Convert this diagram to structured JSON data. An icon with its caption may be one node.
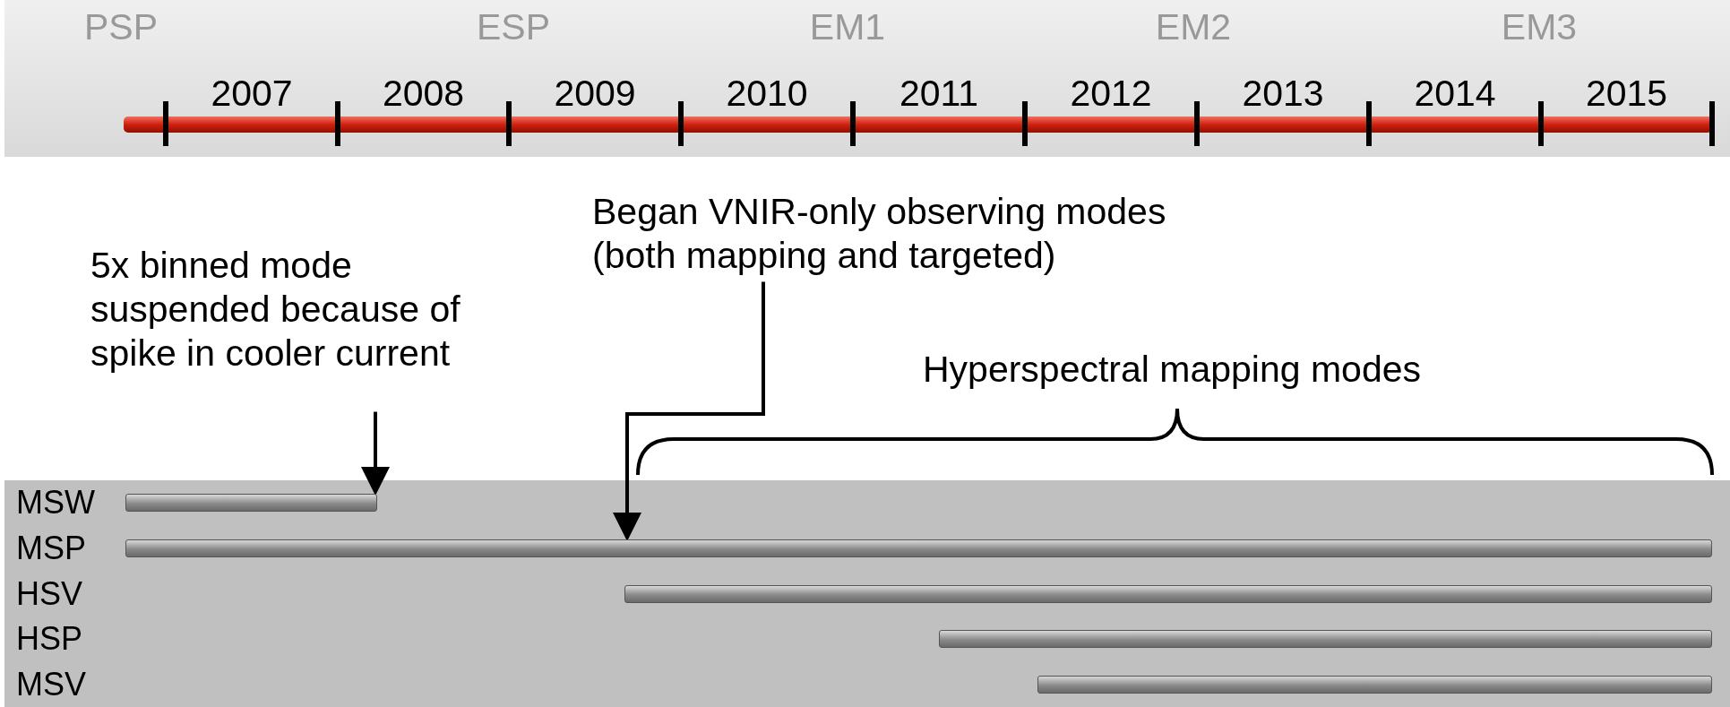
{
  "diagram": {
    "nodes": [
      {
        "text": [
          "5x binned mode suspended because of spike in cooler current"
        ]
      },
      {
        "text": [
          "Began VNIR-only observing modes (both mapping and targeted)"
        ]
      },
      {
        "text": [],
        "shape": "bar"
      },
      {
        "text": [],
        "shape": "bar"
      },
      {
        "text": [],
        "shape": "bar"
      },
      {
        "text": [],
        "shape": "bar"
      },
      {
        "text": [],
        "shape": "bar"
      }
    ],
    "edges": [
      {
        "from": 0,
        "to": 2,
        "arrow": "to"
      },
      {
        "from": 1,
        "to": 3,
        "arrow": "to"
      }
    ],
    "labels": [
      "PSP",
      "ESP",
      "EM1",
      "EM2",
      "EM3",
      "2007",
      "2008",
      "2009",
      "2010",
      "2011",
      "2012",
      "2013",
      "2014",
      "2015",
      "Hyperspectral mapping modes",
      "MSW",
      "MSP",
      "HSV",
      "HSP",
      "MSV"
    ]
  }
}
